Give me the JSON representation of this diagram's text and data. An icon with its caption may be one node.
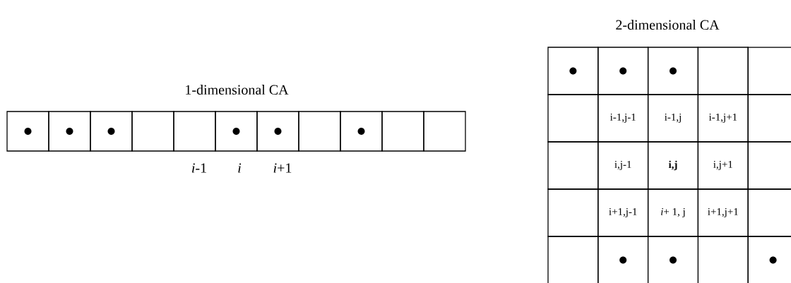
{
  "diagram": {
    "nodes": [
      {
        "text": [],
        "shape": "box"
      },
      {
        "text": [],
        "shape": "circle",
        "in": 0
      },
      {
        "text": [],
        "shape": "box"
      },
      {
        "text": [],
        "shape": "circle",
        "in": 2
      },
      {
        "text": [],
        "shape": "box"
      },
      {
        "text": [],
        "shape": "circle",
        "in": 4
      },
      {
        "text": [],
        "shape": "box"
      },
      {
        "text": [],
        "shape": "box"
      },
      {
        "text": [],
        "shape": "box"
      },
      {
        "text": [],
        "shape": "circle",
        "in": 8
      },
      {
        "text": [],
        "shape": "box"
      },
      {
        "text": [],
        "shape": "circle",
        "in": 10
      },
      {
        "text": [],
        "shape": "box"
      },
      {
        "text": [],
        "shape": "box"
      },
      {
        "text": [],
        "shape": "circle",
        "in": 13
      },
      {
        "text": [],
        "shape": "box"
      },
      {
        "text": [],
        "shape": "box"
      },
      {
        "text": [],
        "shape": "box"
      },
      {
        "text": [],
        "shape": "circle",
        "in": 17
      },
      {
        "text": [],
        "shape": "box"
      },
      {
        "text": [],
        "shape": "circle",
        "in": 19
      },
      {
        "text": [],
        "shape": "box"
      },
      {
        "text": [],
        "shape": "circle",
        "in": 21
      },
      {
        "text": [],
        "shape": "box"
      },
      {
        "text": [],
        "shape": "box"
      },
      {
        "text": [],
        "shape": "box"
      },
      {
        "text": [
          "i-1,j-1"
        ]
      },
      {
        "text": [
          "i-1,j"
        ]
      },
      {
        "text": [
          "i-1,j+1"
        ]
      },
      {
        "text": [],
        "shape": "box"
      },
      {
        "text": [],
        "shape": "box"
      },
      {
        "text": [
          "i,j-1"
        ]
      },
      {
        "text": [
          "i,j"
        ]
      },
      {
        "text": [
          "i,j+1"
        ]
      },
      {
        "text": [],
        "shape": "box"
      },
      {
        "text": [],
        "shape": "box"
      },
      {
        "text": [
          "i+1,j-1"
        ]
      },
      {
        "text": [
          "*i*+ 1, j"
        ]
      },
      {
        "text": [
          "i+1,j+1"
        ]
      },
      {
        "text": [],
        "shape": "box"
      },
      {
        "text": [],
        "shape": "box"
      },
      {
        "text": [],
        "shape": "box"
      },
      {
        "text": [],
        "shape": "circle",
        "in": 41
      },
      {
        "text": [],
        "shape": "box"
      },
      {
        "text": [],
        "shape": "circle",
        "in": 43
      },
      {
        "text": [],
        "shape": "box"
      },
      {
        "text": [],
        "shape": "box"
      },
      {
        "text": [],
        "shape": "circle",
        "in": 46
      }
    ],
    "labels": [
      "2-dimensional CA",
      "1-dimensional CA",
      "*i*-1",
      "i",
      "*i*+1"
    ]
  }
}
